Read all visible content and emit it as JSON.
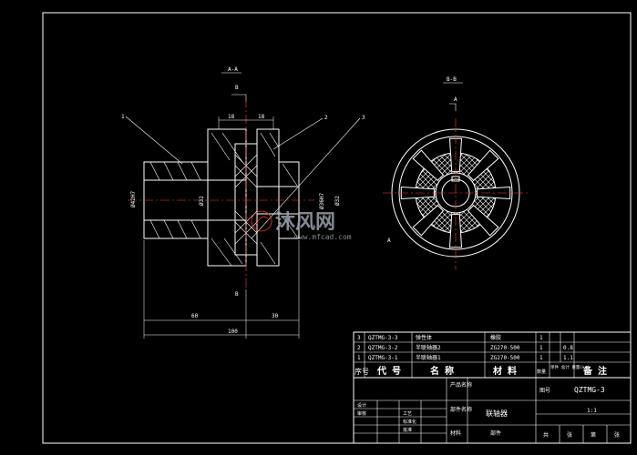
{
  "section_aa": "A-A",
  "section_bb": "B-B",
  "cut_marks": {
    "b_top": "B",
    "b_bottom": "B",
    "a_top": "A",
    "a_bottom": "A"
  },
  "balloons": {
    "one": "1",
    "two": "2",
    "three": "3"
  },
  "dimensions": {
    "top_left": "18",
    "top_right": "18",
    "bottom_left": "60",
    "bottom_right": "30",
    "overall": "100",
    "dia_left": "Ø42H7",
    "dia_bore": "Ø32",
    "dia_right_a": "Ø36H7",
    "dia_right_b": "Ø32"
  },
  "watermark": {
    "brand": "沐风网",
    "url": "www.mfcad.com"
  },
  "bom": {
    "rows": [
      {
        "no": "3",
        "code": "QZTMG-3-3",
        "name": "弹性体",
        "material": "橡胶",
        "qty": "1",
        "weight": "",
        "note": ""
      },
      {
        "no": "2",
        "code": "QZTMG-3-2",
        "name": "半联轴器2",
        "material": "ZG270-500",
        "qty": "1",
        "weight": "0.8",
        "note": ""
      },
      {
        "no": "1",
        "code": "QZTMG-3-1",
        "name": "半联轴器1",
        "material": "ZG270-500",
        "qty": "1",
        "weight": "1.1",
        "note": ""
      }
    ],
    "header": {
      "no": "序号",
      "code": "代 号",
      "name": "名 称",
      "material": "材 料",
      "qty": "数量",
      "weight": "单件 总计 重量(kg)",
      "note": "备 注"
    }
  },
  "title_block": {
    "drawing_no_label": "图号",
    "drawing_no": "QZTMG-3",
    "product_label": "产品名称",
    "part_label": "部件名称",
    "part_name": "联轴器",
    "material_label": "材料",
    "material_value": "部件",
    "scale": "1:1",
    "mid_left_labels": [
      "设计",
      "审核",
      "工艺",
      "标准化",
      "批准"
    ],
    "bottom_cells": [
      "共",
      "张",
      "第",
      "张"
    ]
  }
}
